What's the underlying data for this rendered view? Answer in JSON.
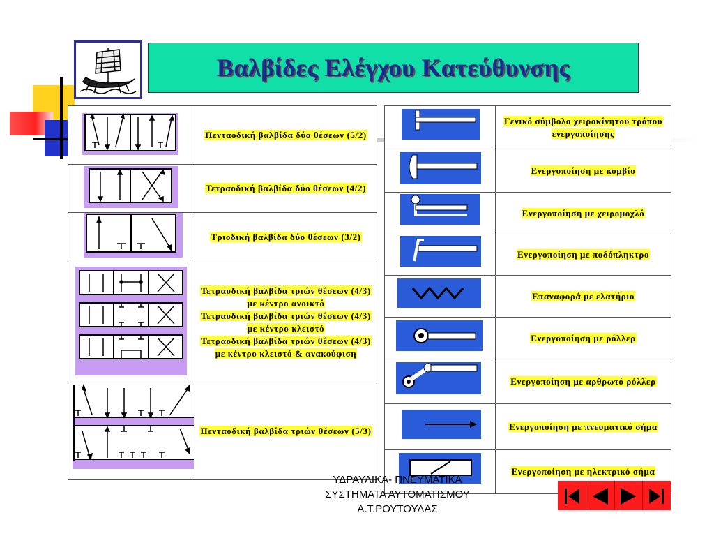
{
  "title": "Βαλβίδες Ελέγχου Κατεύθυνσης",
  "valves": [
    {
      "label": "Πενταοδική βαλβίδα δύο θέσεων (5/2)"
    },
    {
      "label": "Τετραοδική βαλβίδα δύο θέσεων (4/2)"
    },
    {
      "label": "Τριοδική βαλβίδα δύο θέσεων (3/2)"
    },
    {
      "label_lines": [
        "Τετραοδική βαλβίδα τριών θέσεων (4/3) με κέντρο ανοικτό",
        "Τετραοδική βαλβίδα τριών θέσεων (4/3) με κέντρο κλειστό",
        "Τετραοδική βαλβίδα τριών θέσεων (4/3) με κέντρο κλειστό & ανακούφιση"
      ]
    },
    {
      "label": "Πενταοδική βαλβίδα τριών θέσεων (5/3)"
    }
  ],
  "actuations": [
    {
      "label": "Γενικό σύμβολο χειροκίνητου τρόπου ενεργοποίησης",
      "icon": "manual-general-icon"
    },
    {
      "label": "Ενεργοποίηση με κομβίο",
      "icon": "push-button-icon"
    },
    {
      "label": "Ενεργοποίηση με χειρομοχλό",
      "icon": "hand-lever-icon"
    },
    {
      "label": "Ενεργοποίηση με ποδόπληκτρο",
      "icon": "foot-pedal-icon"
    },
    {
      "label": "Επαναφορά με ελατήριο",
      "icon": "spring-return-icon"
    },
    {
      "label": "Ενεργοποίηση με ρόλλερ",
      "icon": "roller-icon"
    },
    {
      "label": "Ενεργοποίηση με αρθρωτό ρόλλερ",
      "icon": "articulated-roller-icon"
    },
    {
      "label": "Ενεργοποίηση με πνευματικό σήμα",
      "icon": "pneumatic-signal-icon"
    },
    {
      "label": "Ενεργοποίηση με ηλεκτρικό σήμα",
      "icon": "electric-signal-icon"
    }
  ],
  "footer": {
    "line1": "ΥΔΡΑΥΛΙΚΑ- ΠΝΕΥΜΑΤΙΚΑ",
    "line2": "ΣΥΣΤΗΜΑΤΑ ΑΥΤΟΜΑΤΙΣΜΟΥ",
    "line3": "Α.Τ.ΡΟΥΤΟΥΛΑΣ"
  },
  "nav": [
    "first-slide-icon",
    "previous-slide-icon",
    "next-slide-icon",
    "last-slide-icon"
  ],
  "colors": {
    "title_bg": "#10e0a8",
    "title_text": "#1c2a8c",
    "highlight": "#ffff33",
    "valve_bg": "#c89cf0",
    "icon_bg": "#2a5bd8",
    "nav": "#ff1b1b"
  }
}
